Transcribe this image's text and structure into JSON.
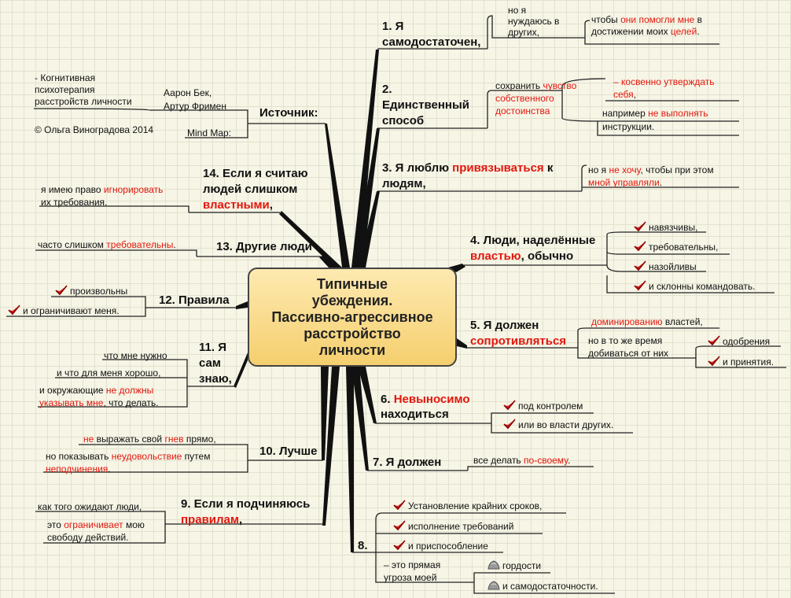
{
  "central": {
    "title": "Типичные\nубеждения.\nПассивно-агрессивное\nрасстройство\nличности"
  },
  "colors": {
    "accent": "#e3170d",
    "node_fill": "#f8dc8a",
    "background": "#f6f5e6"
  },
  "icons": [
    "check-icon",
    "stone-icon"
  ],
  "branches": {
    "b1": {
      "label_a": "1. Я",
      "label_b": "самодостаточен,",
      "s1": "но я",
      "s2": "нуждаюсь в",
      "s3": "других,",
      "t1": "чтобы ",
      "t1_red": "они помогли мне",
      "t1_end": " в",
      "t2": "достижении моих ",
      "t2_red": "целей",
      "t2_end": "."
    },
    "b2": {
      "label_a": "2.",
      "label_b": "Единственный",
      "label_c": "способ",
      "s1": "сохранить ",
      "s1_red": "чувство",
      "s2_red": "собственного",
      "s3_red": "достоинства",
      "c1_red": "– косвенно утверждать",
      "c2_red": "себя",
      "c2_end": ",",
      "d1": "например ",
      "d1_red": "не выполнять",
      "d2": "инструкции."
    },
    "b3": {
      "label_a": "3. Я люблю ",
      "label_red": "привязываться",
      "label_end": " к",
      "label_b": "людям,",
      "s1": "но я ",
      "s1_red": "не хочу",
      "s1_end": ", чтобы при этом",
      "s2_red": "мной управляли",
      "s2_end": "."
    },
    "b4": {
      "label_a": "4. Люди, наделённые",
      "label_red": "властью",
      "label_end": ", обычно",
      "items": [
        "навязчивы,",
        "требовательны,",
        "назойливы",
        "и склонны командовать."
      ]
    },
    "b5": {
      "label_a": "5. Я должен",
      "label_red": "сопротивляться",
      "s1_red": "доминированию",
      "s1_end": " властей,",
      "s2": "но в то же время",
      "s3": "добиваться от них",
      "items": [
        "одобрения",
        "и принятия."
      ]
    },
    "b6": {
      "label_a": "6. ",
      "label_red": "Невыносимо",
      "label_b": "находиться",
      "items": [
        "под контролем",
        "или во власти других."
      ]
    },
    "b7": {
      "label": "7. Я должен",
      "s1": "все делать ",
      "s1_red": "по-своему",
      "s1_end": "."
    },
    "b8": {
      "label": "8.",
      "items": [
        "Установление крайних сроков,",
        "исполнение требований",
        "и приспособление"
      ],
      "s1": "– это прямая",
      "s2": "угроза моей",
      "stones": [
        "гордости",
        "и самодостаточности."
      ]
    },
    "b9": {
      "label_a": "9. Если я подчиняюсь",
      "label_red": "правилам",
      "label_end": ",",
      "s1": "как того ожидают люди,",
      "s2": "это ",
      "s2_red": "ограничивает",
      "s2_end": " мою",
      "s3": "свободу действий."
    },
    "b10": {
      "label": "10. Лучше",
      "s1_red": "не",
      "s1_mid": " выражать свой ",
      "s1_red2": "гнев",
      "s1_end": " прямо,",
      "s2": "но показывать ",
      "s2_red": "неудовольствие",
      "s2_end": " путем",
      "s3_red": "неподчинения",
      "s3_end": "."
    },
    "b11": {
      "label_a": "11. Я",
      "label_b": "сам",
      "label_c": "знаю,",
      "s1": "что мне нужно",
      "s2": "и что для меня хорошо,",
      "s3": "и окружающие ",
      "s3_red": "не должны",
      "s4_red": "указывать мне",
      "s4_end": ", что делать."
    },
    "b12": {
      "label": "12. Правила",
      "items": [
        "произвольны",
        "и ограничивают меня."
      ]
    },
    "b13": {
      "label": "13. Другие люди",
      "s1": "часто слишком ",
      "s1_red": "требовательны",
      "s1_end": "."
    },
    "b14": {
      "label_a": "14. Если я считаю",
      "label_b": "людей слишком",
      "label_red": "властными",
      "label_end": ",",
      "s1": "я имею право ",
      "s1_red": "игнорировать",
      "s2": "их требования."
    },
    "source": {
      "label": "Источник:",
      "s1": "- Когнитивная",
      "s2": "психотерапия",
      "s3": "расстройств личности",
      "a1": "Аарон Бек,",
      "a2": "Артур Фримен",
      "c1": "© Ольга Виноградова 2014",
      "mm": "Mind Map:"
    }
  }
}
